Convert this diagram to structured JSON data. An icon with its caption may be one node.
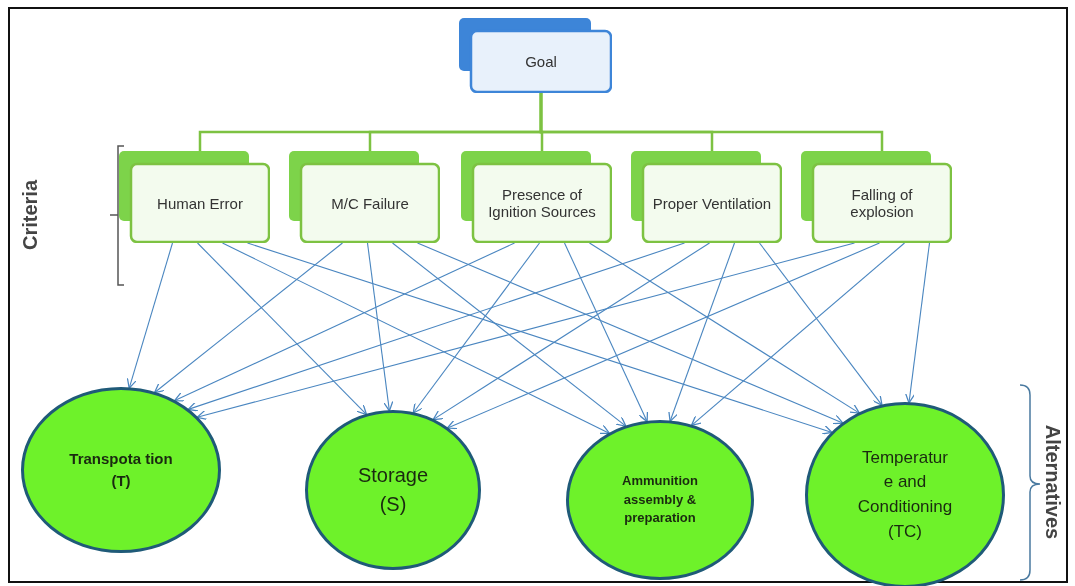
{
  "diagram": {
    "nodes": [
      {
        "text": [
          "Goal"
        ]
      },
      {
        "text": [
          "Human Error"
        ]
      },
      {
        "text": [
          "M/C Failure"
        ]
      },
      {
        "text": [
          "Presence of Ignition Sources"
        ]
      },
      {
        "text": [
          "Proper Ventilation"
        ]
      },
      {
        "text": [
          "Falling of explosion"
        ]
      },
      {
        "text": [
          "Transpota tion (T)"
        ]
      },
      {
        "text": [
          "Storage (S)"
        ]
      },
      {
        "text": [
          "Ammunition assembly & preparation"
        ]
      },
      {
        "text": [
          "Temperatur e and Conditioning (TC)"
        ]
      }
    ],
    "edges": [
      {
        "from": 0,
        "to": 1,
        "arrow": "none",
        "color": "#7dc242"
      },
      {
        "from": 0,
        "to": 2,
        "arrow": "none",
        "color": "#7dc242"
      },
      {
        "from": 0,
        "to": 3,
        "arrow": "none",
        "color": "#7dc242"
      },
      {
        "from": 0,
        "to": 4,
        "arrow": "none",
        "color": "#7dc242"
      },
      {
        "from": 0,
        "to": 5,
        "arrow": "none",
        "color": "#7dc242"
      },
      {
        "from": 1,
        "to": 6,
        "arrow": "to"
      },
      {
        "from": 1,
        "to": 7,
        "arrow": "to"
      },
      {
        "from": 1,
        "to": 8,
        "arrow": "to"
      },
      {
        "from": 1,
        "to": 9,
        "arrow": "to"
      },
      {
        "from": 2,
        "to": 6,
        "arrow": "to"
      },
      {
        "from": 2,
        "to": 7,
        "arrow": "to"
      },
      {
        "from": 2,
        "to": 8,
        "arrow": "to"
      },
      {
        "from": 2,
        "to": 9,
        "arrow": "to"
      },
      {
        "from": 3,
        "to": 6,
        "arrow": "to"
      },
      {
        "from": 3,
        "to": 7,
        "arrow": "to"
      },
      {
        "from": 3,
        "to": 8,
        "arrow": "to"
      },
      {
        "from": 3,
        "to": 9,
        "arrow": "to"
      },
      {
        "from": 4,
        "to": 6,
        "arrow": "to"
      },
      {
        "from": 4,
        "to": 7,
        "arrow": "to"
      },
      {
        "from": 4,
        "to": 8,
        "arrow": "to"
      },
      {
        "from": 4,
        "to": 9,
        "arrow": "to"
      },
      {
        "from": 5,
        "to": 6,
        "arrow": "to"
      },
      {
        "from": 5,
        "to": 7,
        "arrow": "to"
      },
      {
        "from": 5,
        "to": 8,
        "arrow": "to"
      },
      {
        "from": 5,
        "to": 9,
        "arrow": "to"
      }
    ],
    "labels": [
      "Criteria",
      "Alternatives"
    ]
  }
}
